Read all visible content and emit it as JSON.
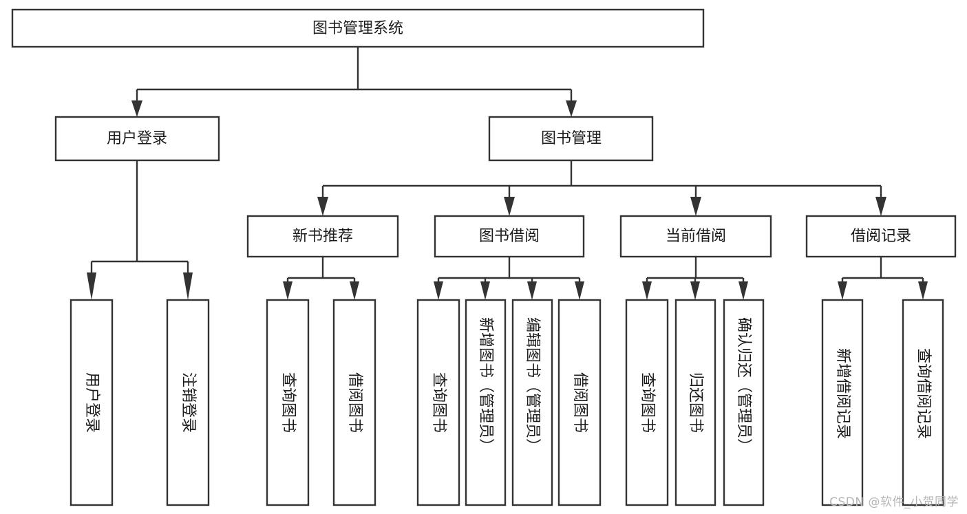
{
  "diagram": {
    "title": "图书管理系统",
    "type": "hierarchy-tree",
    "watermark": "CSDN @软件_小贺同学",
    "colors": {
      "box_fill": "#ffffff",
      "box_stroke": "#333333",
      "text": "#1b1b1b",
      "background": "#ffffff",
      "watermark": "#b5b5b5"
    },
    "root": {
      "label": "图书管理系统"
    },
    "level2": [
      {
        "label": "用户登录"
      },
      {
        "label": "图书管理"
      }
    ],
    "level3": [
      {
        "label": "新书推荐"
      },
      {
        "label": "图书借阅"
      },
      {
        "label": "当前借阅"
      },
      {
        "label": "借阅记录"
      }
    ],
    "leaves": {
      "user_login": [
        {
          "label": "用户登录"
        },
        {
          "label": "注销登录"
        }
      ],
      "new_book_recommend": [
        {
          "label": "查询图书"
        },
        {
          "label": "借阅图书"
        }
      ],
      "book_borrow": [
        {
          "label": "查询图书"
        },
        {
          "label": "新增图书（管理员）"
        },
        {
          "label": "编辑图书（管理员）"
        },
        {
          "label": "借阅图书"
        }
      ],
      "current_borrow": [
        {
          "label": "查询图书"
        },
        {
          "label": "归还图书"
        },
        {
          "label": "确认归还（管理员）"
        }
      ],
      "borrow_record": [
        {
          "label": "新增借阅记录"
        },
        {
          "label": "查询借阅记录"
        }
      ]
    }
  }
}
